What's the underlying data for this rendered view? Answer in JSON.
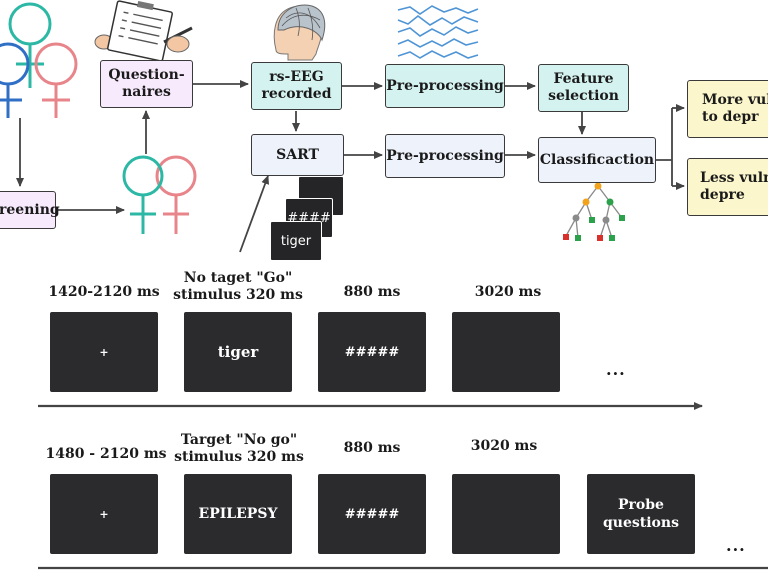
{
  "pipeline": {
    "screening_label": "reening",
    "questionnaires_label": "Question-\nnaires",
    "rs_eeg_label": "rs-EEG\nrecorded",
    "sart_label": "SART",
    "preprocessing_top_label": "Pre-processing",
    "preprocessing_bottom_label": "Pre-processing",
    "feature_selection_label": "Feature\nselection",
    "classification_label": "Classificaction",
    "more_vulnerable_label": "More vul\nto depr",
    "less_vulnerable_label": "Less vuln\ndepre",
    "sart_cards": [
      "",
      "####",
      "tiger"
    ]
  },
  "trial_go": {
    "timings": [
      "1420-2120 ms",
      "No taget \"Go\"\nstimulus 320 ms",
      "880 ms",
      "3020 ms"
    ],
    "screens": [
      "+",
      "tiger",
      "#####",
      ""
    ],
    "ellipsis": "..."
  },
  "trial_nogo": {
    "timings": [
      "1480 - 2120 ms",
      "Target \"No go\"\nstimulus 320 ms",
      "880 ms",
      "3020 ms"
    ],
    "screens": [
      "+",
      "EPILEPSY",
      "#####",
      "",
      "Probe\nquestions"
    ],
    "ellipsis": "..."
  },
  "colors": {
    "female_pink": "#e8858b",
    "teal": "#2db8a6",
    "blue": "#2f6fc6",
    "screen": "#2b2b2e",
    "tree_orange": "#f2a31b",
    "tree_green": "#2aa14a",
    "tree_red": "#d9302c",
    "tree_gray": "#8a8a8a"
  },
  "icons": [
    "female-symbol-icon",
    "clipboard-icon",
    "eeg-head-icon",
    "eeg-waves-icon",
    "decision-tree-icon"
  ]
}
